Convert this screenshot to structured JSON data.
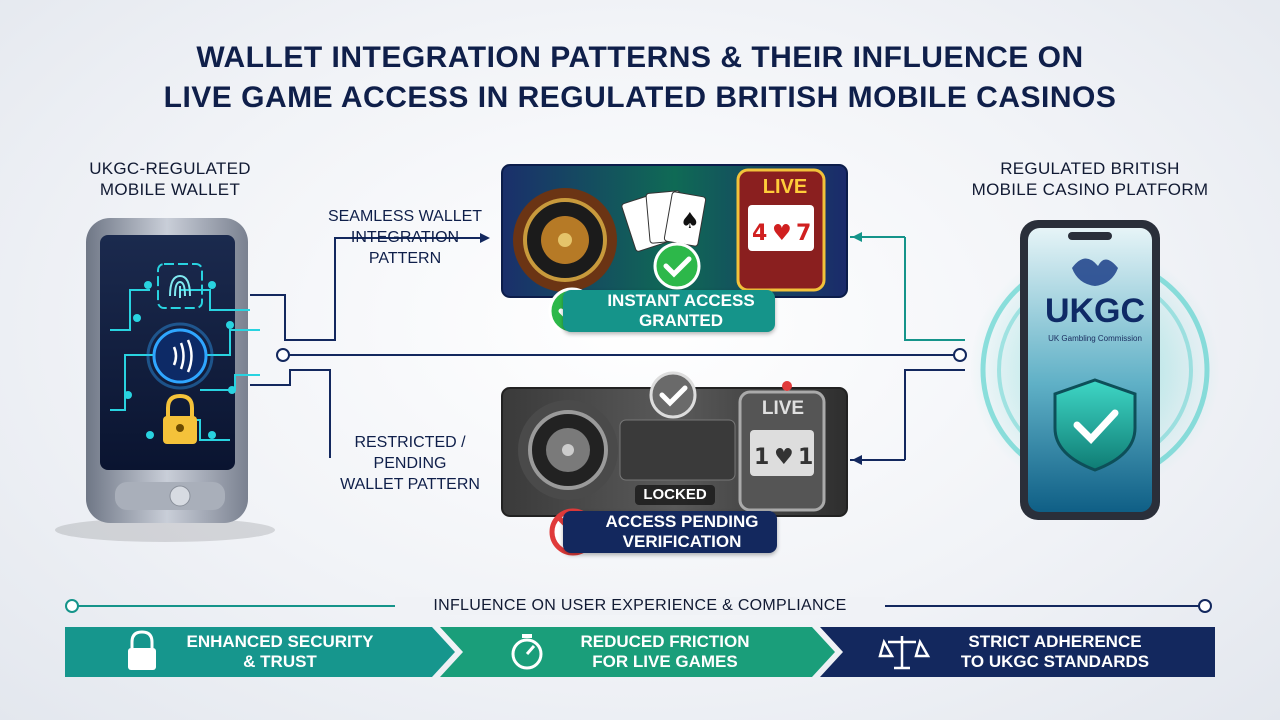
{
  "title": {
    "line1": "WALLET INTEGRATION PATTERNS & THEIR INFLUENCE ON",
    "line2": "LIVE GAME ACCESS IN REGULATED BRITISH MOBILE CASINOS"
  },
  "left_node": {
    "line1": "UKGC-REGULATED",
    "line2": "MOBILE WALLET"
  },
  "right_node": {
    "line1": "REGULATED BRITISH",
    "line2": "MOBILE CASINO PLATFORM",
    "logo_text": "UKGC",
    "logo_sub": "UK Gambling Commission"
  },
  "seamless": {
    "line1": "SEAMLESS WALLET",
    "line2": "INTEGRATION",
    "line3": "PATTERN",
    "badge_line1": "INSTANT ACCESS",
    "badge_line2": "GRANTED",
    "live_sign": "LIVE"
  },
  "restricted": {
    "line1": "RESTRICTED /",
    "line2": "PENDING",
    "line3": "WALLET PATTERN",
    "locked": "LOCKED",
    "badge_line1": "ACCESS PENDING",
    "badge_line2": "VERIFICATION",
    "live_sign": "LIVE"
  },
  "influence": {
    "label": "INFLUENCE ON USER EXPERIENCE & COMPLIANCE",
    "items": [
      {
        "line1": "ENHANCED SECURITY",
        "line2": "& TRUST",
        "icon": "padlock-icon",
        "color": "#16968d"
      },
      {
        "line1": "REDUCED FRICTION",
        "line2": "FOR LIVE GAMES",
        "icon": "stopwatch-icon",
        "color": "#1a9e7a"
      },
      {
        "line1": "STRICT ADHERENCE",
        "line2": "TO UKGC STANDARDS",
        "icon": "scales-icon",
        "color": "#13285e"
      }
    ]
  },
  "colors": {
    "navy": "#13285e",
    "teal": "#15948a",
    "green_check": "#2db84a",
    "red_block": "#e03b3b"
  }
}
